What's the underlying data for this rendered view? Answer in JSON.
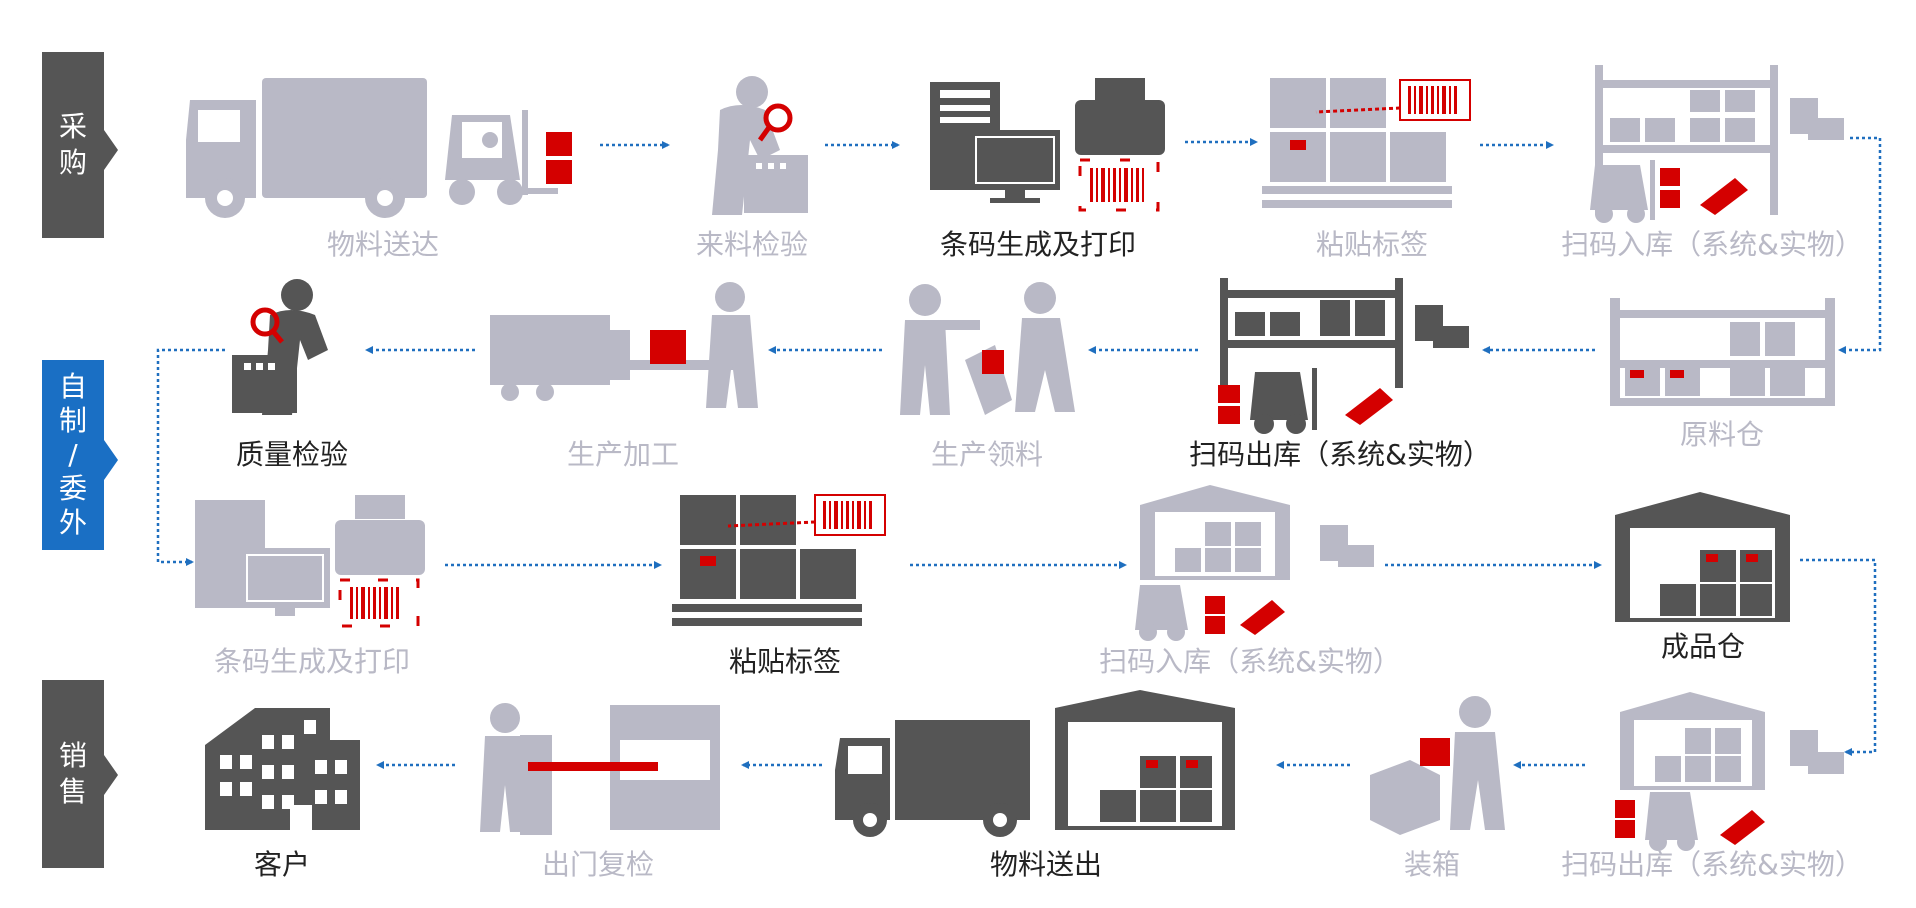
{
  "sections": {
    "purchase": [
      "采",
      "购"
    ],
    "production": [
      "自",
      "制",
      "/",
      "委",
      "外"
    ],
    "sales": [
      "销",
      "售"
    ]
  },
  "steps": {
    "deliver_in": "物料送达",
    "incoming_inspection": "来料检验",
    "barcode_print_1": "条码生成及打印",
    "label_1": "粘贴标签",
    "scan_in_1": "扫码入库（系统&实物）",
    "raw_warehouse": "原料仓",
    "scan_out_1": "扫码出库（系统&实物）",
    "material_pick": "生产领料",
    "processing": "生产加工",
    "quality_inspection": "质量检验",
    "barcode_print_2": "条码生成及打印",
    "label_2": "粘贴标签",
    "scan_in_2": "扫码入库（系统&实物）",
    "finished_warehouse": "成品仓",
    "scan_out_2": "扫码出库（系统&实物）",
    "packing": "装箱",
    "ship_out": "物料送出",
    "gate_recheck": "出门复检",
    "customer": "客户"
  },
  "colors": {
    "active": "#555555",
    "inactive": "#b9b9c6",
    "accent": "#d40000",
    "arrow": "#1f6fbf",
    "side_dark": "#555555",
    "side_blue": "#1a6fc4"
  }
}
